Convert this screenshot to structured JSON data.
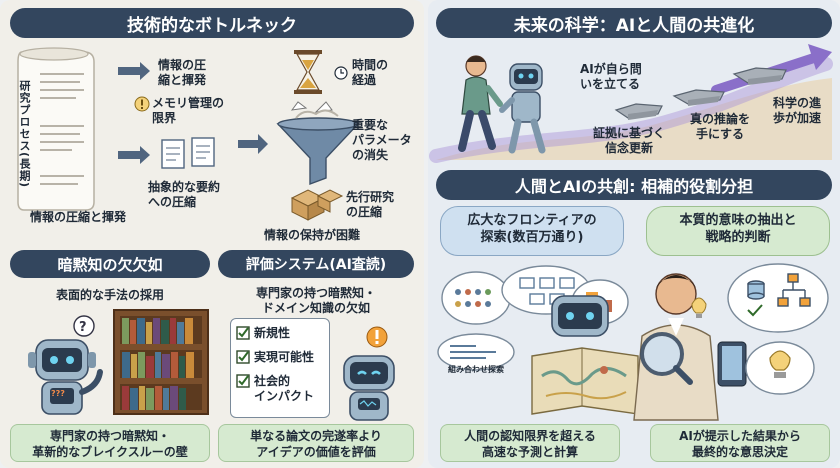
{
  "left": {
    "bottleneck": {
      "title": "技術的なボトルネック",
      "scroll_label": "研究プロセス(長期)",
      "compress_top": "情報の圧\n縮と揮発",
      "memory": "メモリ管理の\n限界",
      "abstract": "抽象的な要約\nへの圧縮",
      "scroll_caption": "情報の圧縮と揮発",
      "time": "時間の\n経過",
      "param_loss": "重要な\nパラメータ\nの消失",
      "prior_work": "先行研究\nの圧縮",
      "retention": "情報の保持が困難"
    },
    "tacit": {
      "title": "暗黙知の欠欠如",
      "subtitle": "表面的な手法の採用",
      "robot_screen": "???",
      "footer": "専門家の持つ暗黙知・\n革新的なブレイクスルーの壁"
    },
    "review": {
      "title": "評価システム(AI査読)",
      "subtitle": "専門家の持つ暗黙知・\nドメイン知識の欠如",
      "checklist": [
        "新規性",
        "実現可能性",
        "社会的\nインパクト"
      ],
      "footer": "単なる論文の完遂率より\nアイデアの価値を評価"
    }
  },
  "right": {
    "future": {
      "title": "未来の科学：AIと人間の共進化",
      "question": "AIが自ら問\nいを立てる",
      "evidence": "証拠に基づく\n信念更新",
      "reasoning": "真の推論を\n手にする",
      "acceleration": "科学の進\n歩が加速"
    },
    "coop": {
      "title": "人間とAIの共創: 相補的役割分担",
      "ai_bubble": "広大なフロンティアの\n探索(数百万通り)",
      "human_bubble": "本質的意味の抽出と\n戦略的判断",
      "combo_label": "組み合わせ探索",
      "ai_footer": "人間の認知限界を超える\n高速な予測と計算",
      "human_footer": "AIが提示した結果から\n最終的な意思決定"
    }
  },
  "colors": {
    "title_bar": "#33465e",
    "green_box": "#d6ead0",
    "bubble_blue": "#cfe0f0",
    "bubble_green": "#d6ead0",
    "accent_purple": "#8a6fc9"
  }
}
